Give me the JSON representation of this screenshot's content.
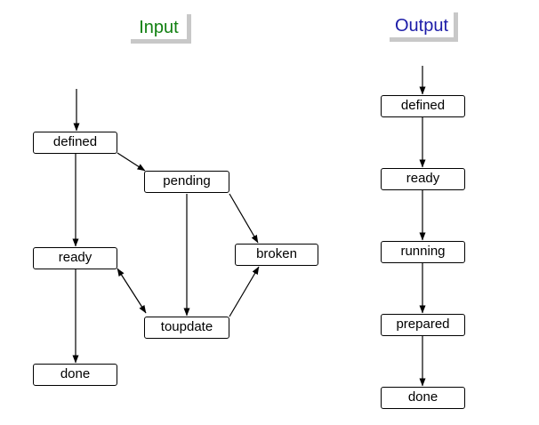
{
  "colors": {
    "input_heading": "#118011",
    "output_heading": "#1c1ca8",
    "heading_shadow": "#c8c8c8",
    "edge": "#000000"
  },
  "input": {
    "heading": "Input",
    "nodes": {
      "defined": "defined",
      "pending": "pending",
      "ready": "ready",
      "broken": "broken",
      "toupdate": "toupdate",
      "done": "done"
    },
    "edges": [
      {
        "from": "entry",
        "to": "defined"
      },
      {
        "from": "defined",
        "to": "pending"
      },
      {
        "from": "defined",
        "to": "ready"
      },
      {
        "from": "pending",
        "to": "broken"
      },
      {
        "from": "pending",
        "to": "toupdate"
      },
      {
        "from": "ready",
        "to": "toupdate",
        "bidirectional": true
      },
      {
        "from": "toupdate",
        "to": "broken"
      },
      {
        "from": "ready",
        "to": "done"
      }
    ]
  },
  "output": {
    "heading": "Output",
    "nodes": {
      "defined": "defined",
      "ready": "ready",
      "running": "running",
      "prepared": "prepared",
      "done": "done"
    },
    "edges": [
      {
        "from": "entry",
        "to": "defined"
      },
      {
        "from": "defined",
        "to": "ready"
      },
      {
        "from": "ready",
        "to": "running"
      },
      {
        "from": "running",
        "to": "prepared"
      },
      {
        "from": "prepared",
        "to": "done"
      }
    ]
  }
}
